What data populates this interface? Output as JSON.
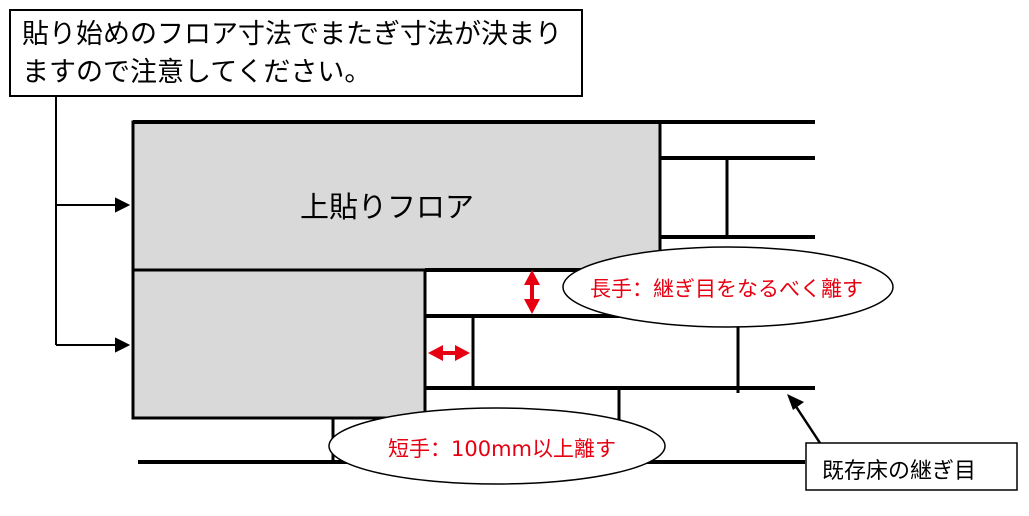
{
  "callout_note": {
    "line1": "貼り始めのフロア寸法でまたぎ寸法が決まり",
    "line2": "ますので注意してください。"
  },
  "upper_floor_label": "上貼りフロア",
  "long_side_note": "長手：継ぎ目をなるべく離す",
  "short_side_note": "短手：100mm以上離す",
  "existing_joint_label": "既存床の継ぎ目",
  "colors": {
    "accent": "#e60012",
    "upper_floor": "#d9d9d9",
    "line": "#000000"
  }
}
